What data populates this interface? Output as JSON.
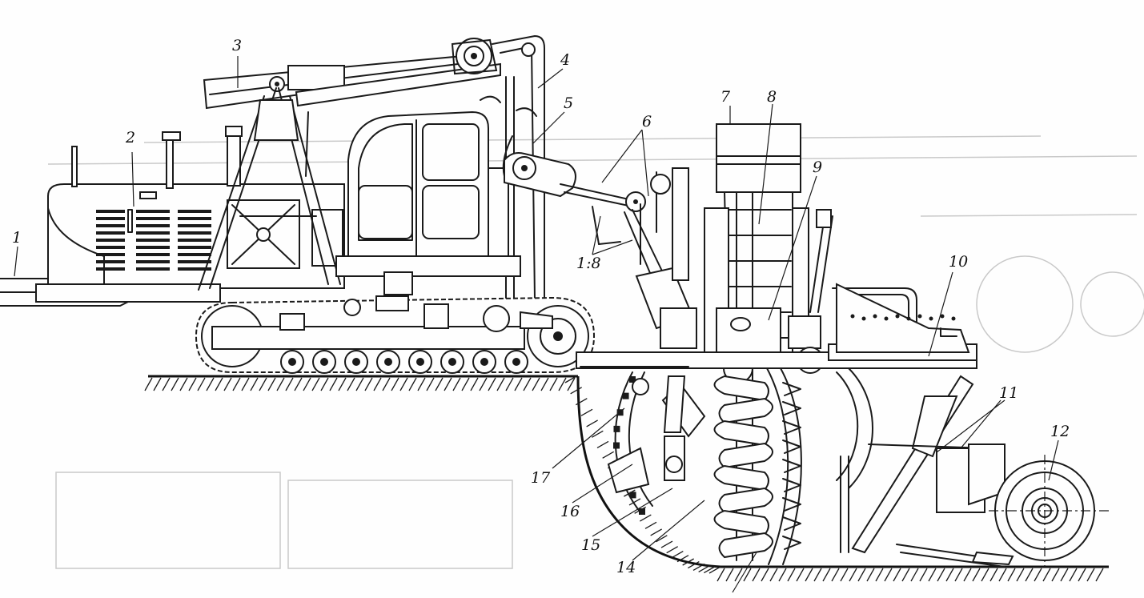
{
  "diagram": {
    "callouts": [
      {
        "id": "1",
        "text": "1"
      },
      {
        "id": "2",
        "text": "2"
      },
      {
        "id": "3",
        "text": "3"
      },
      {
        "id": "4",
        "text": "4"
      },
      {
        "id": "5",
        "text": "5"
      },
      {
        "id": "6",
        "text": "6"
      },
      {
        "id": "7",
        "text": "7"
      },
      {
        "id": "8",
        "text": "8"
      },
      {
        "id": "9",
        "text": "9"
      },
      {
        "id": "10",
        "text": "10"
      },
      {
        "id": "11",
        "text": "11"
      },
      {
        "id": "12",
        "text": "12"
      },
      {
        "id": "14",
        "text": "14"
      },
      {
        "id": "15",
        "text": "15"
      },
      {
        "id": "16",
        "text": "16"
      },
      {
        "id": "17",
        "text": "17"
      },
      {
        "id": "18",
        "text": "1:8"
      }
    ],
    "parts": [
      "tractor-hitch-bar",
      "tractor-engine-hood",
      "boom-arm",
      "mast-frame",
      "lift-cylinder",
      "hydraulic-link",
      "discharge-chute",
      "elevator-conveyor",
      "gearbox",
      "main-frame",
      "support-struts",
      "rear-wheel",
      "auger-flights",
      "cutting-chain-wheel",
      "side-knife",
      "wheel-guard",
      "crawler-track",
      "operator-cab"
    ]
  }
}
